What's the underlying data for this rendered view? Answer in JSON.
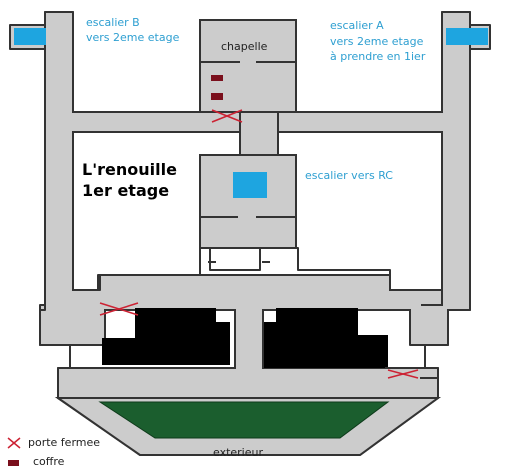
{
  "labels": {
    "stair_b": [
      "escalier B",
      "vers 2eme etage"
    ],
    "chapel": "chapelle",
    "stair_a": [
      "escalier A",
      "vers 2eme etage",
      "à prendre en 1ier"
    ],
    "title": [
      "L'renouille",
      "1er etage"
    ],
    "stair_rc": "escalier vers RC",
    "exterior": "exterieur"
  },
  "legend": {
    "closed_door": "porte fermee",
    "chest": "coffre"
  },
  "symbols": [
    "closed-door-icon",
    "chest-icon",
    "staircase-icon"
  ],
  "colors": {
    "floor": "#cccccc",
    "wall": "#333333",
    "stair": "#1ea5e0",
    "chest": "#7a0f1c",
    "closed_door": "#cc2233",
    "exterior": "#1b5e2e",
    "blocked": "#000000",
    "label_blue": "#2e9fd1"
  }
}
